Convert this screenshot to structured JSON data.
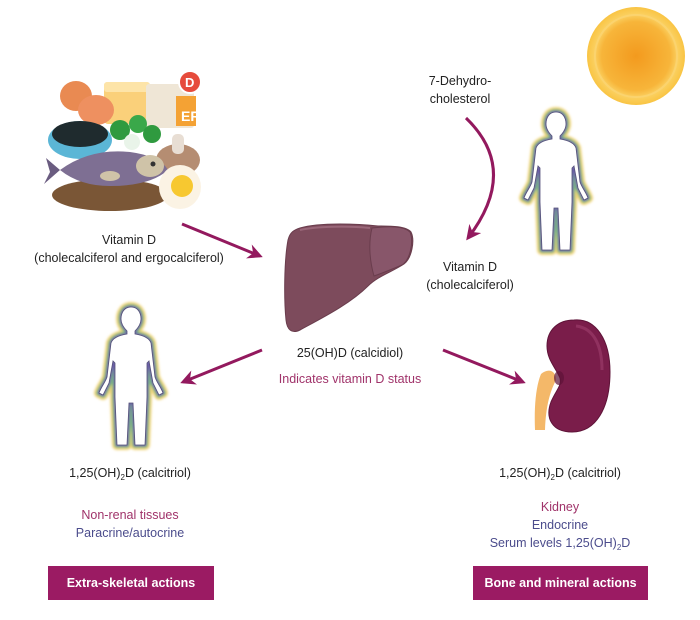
{
  "colors": {
    "arrow": "#93195e",
    "box_fill": "#9b1b63",
    "label_magenta": "#a0336a",
    "label_indigo": "#4b4c8c",
    "liver": "#7d4b5c",
    "kidney": "#7a1d4a",
    "sun_outer": "#f8c84a",
    "sun_inner": "#f39a1e"
  },
  "icons": {
    "food": "vitamin-d-foods-icon",
    "sun": "sun-icon",
    "skin_person": "human-body-icon",
    "liver": "liver-icon",
    "tissue_person": "human-body-icon",
    "kidney": "kidney-icon"
  },
  "sources": {
    "dietary": {
      "line1": "Vitamin D",
      "line2": "(cholecalciferol and ergocalciferol)"
    },
    "skin_precursor": {
      "line1": "7-Dehydro-",
      "line2": "cholesterol"
    },
    "skin_product": {
      "line1": "Vitamin D",
      "line2": "(cholecalciferol)"
    },
    "food_badge": "D"
  },
  "liver": {
    "metabolite": "25(OH)D (calcidiol)",
    "note": "Indicates vitamin D status"
  },
  "left_branch": {
    "metabolite_prefix": "1,25(OH)",
    "metabolite_sub": "2",
    "metabolite_suffix": "D (calcitriol)",
    "site": "Non-renal tissues",
    "mode": "Paracrine/autocrine",
    "action": "Extra-skeletal actions"
  },
  "right_branch": {
    "metabolite_prefix": "1,25(OH)",
    "metabolite_sub": "2",
    "metabolite_suffix": "D (calcitriol)",
    "site": "Kidney",
    "mode": "Endocrine",
    "serum_prefix": "Serum levels 1,25(OH)",
    "serum_sub": "2",
    "serum_suffix": "D",
    "action": "Bone and mineral actions"
  }
}
